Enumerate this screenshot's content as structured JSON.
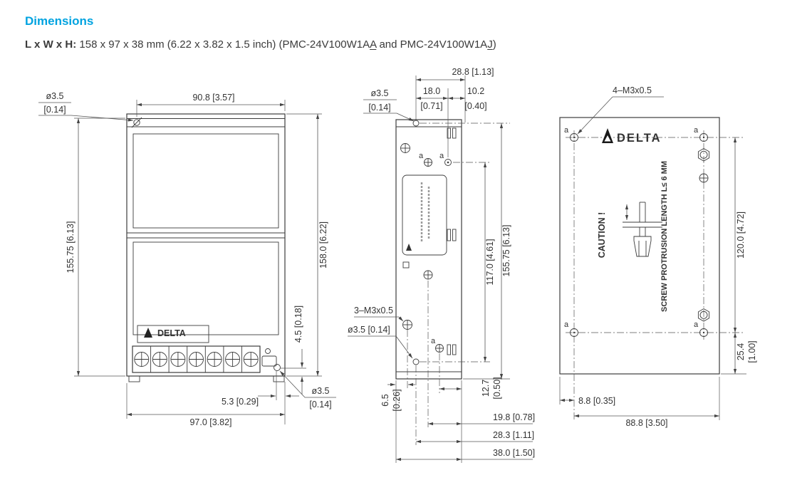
{
  "colors": {
    "accent": "#00a3e0",
    "line": "#3c3c3c",
    "text": "#333333"
  },
  "header": {
    "title": "Dimensions",
    "lwh_label": "L x W x H:",
    "lwh_part1": " 158 x 97 x 38 mm (6.22 x 3.82 x 1.5 inch) (PMC-24V100W1A",
    "model_a_underlined": "A",
    "lwh_part2": " and PMC-24V100W1A",
    "model_j_underlined": "J",
    "lwh_part3": ")"
  },
  "front": {
    "hole_top": "ø3.5",
    "hole_top_in": "[0.14]",
    "width_top": "90.8 [3.57]",
    "height_left": "155.75 [6.13]",
    "height_right": "158.0 [6.22]",
    "hole_offset_v": "4.5 [0.18]",
    "hole_offset_h": "5.3 [0.29]",
    "width_bottom": "97.0 [3.82]",
    "hole_bottom": "ø3.5",
    "hole_bottom_in": "[0.14]",
    "logo": "DELTA"
  },
  "side": {
    "top_total": "28.8 [1.13]",
    "top_left": "18.0",
    "top_left_in": "[0.71]",
    "top_right": "10.2",
    "top_right_in": "[0.40]",
    "hole_top": "ø3.5",
    "hole_top_in": "[0.14]",
    "hole_label": "a",
    "height_inner": "117.0 [4.61]",
    "height_total": "155.75 [6.13]",
    "screw_thread": "3–M3x0.5",
    "hole_bottom": "ø3.5 [0.14]",
    "bottom_6_5": "6.5",
    "bottom_6_5_in": "[0.26]",
    "bottom_12_7": "12.7",
    "bottom_12_7_in": "[0.50]",
    "bottom_19_8": "19.8 [0.78]",
    "bottom_28_3": "28.3 [1.11]",
    "bottom_38_0": "38.0 [1.50]"
  },
  "back": {
    "screw_thread": "4–M3x0.5",
    "logo": "DELTA",
    "caution": "CAUTION !",
    "protrusion_note": "SCREW PROTRUSION LENGTH  L≤ 6 MM",
    "height_inner": "120.0 [4.72]",
    "corner_offset": "25.4",
    "corner_offset_in": "[1.00]",
    "hole_offset": "8.8 [0.35]",
    "width_inner": "88.8 [3.50]",
    "hole_label": "a"
  }
}
